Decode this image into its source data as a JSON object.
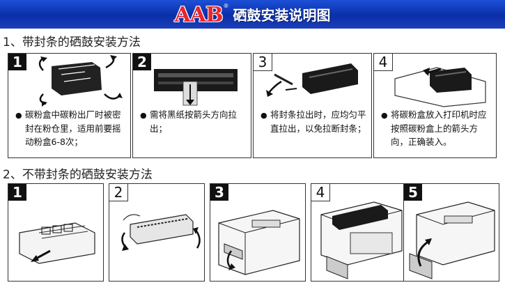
{
  "header": {
    "brand": "AAB",
    "reg_mark": "®",
    "title": "硒鼓安装说明图",
    "colors": {
      "bar": "#0a2fa8",
      "brand": "#e8262c"
    }
  },
  "section1": {
    "title": "1、带封条的硒鼓安装方法",
    "steps": [
      {
        "number": "1",
        "text": "碳粉盒中碳粉出厂时被密封在粉仓里，适用前要摇动粉盒6-8次；"
      },
      {
        "number": "2",
        "text": "需将黑纸按箭头方向拉出；"
      },
      {
        "number": "3",
        "text": "将封条拉出时，应均匀平直拉出，以免拉断封条；"
      },
      {
        "number": "4",
        "text": "将碳粉盒放入打印机时应按照碳粉盒上的箭头方向，正确装入。"
      }
    ]
  },
  "section2": {
    "title": "2、不带封条的硒鼓安装方法",
    "steps": [
      {
        "number": "1"
      },
      {
        "number": "2"
      },
      {
        "number": "3"
      },
      {
        "number": "4"
      },
      {
        "number": "5"
      }
    ]
  }
}
